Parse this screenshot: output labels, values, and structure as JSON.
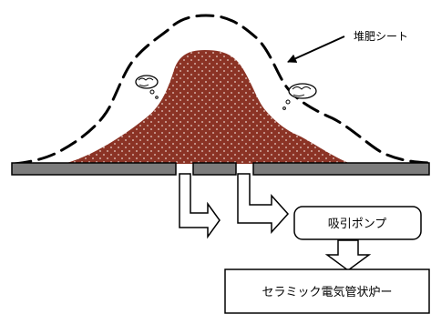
{
  "labels": {
    "cover_sheet": "堆肥シート",
    "suction_pump": "吸引ポンプ",
    "furnace": "セラミック電気管状炉ー"
  },
  "colors": {
    "compost_fill": "#8b3325",
    "compost_dots": "#e8cfc8",
    "board_fill": "#7c7c7c",
    "line": "#000000"
  }
}
